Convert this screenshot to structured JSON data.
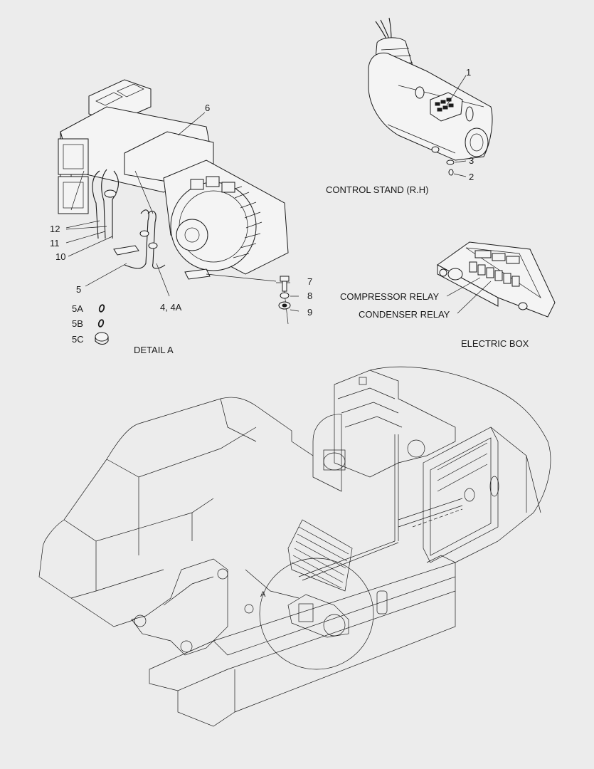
{
  "callouts": {
    "c1": "1",
    "c2": "2",
    "c3": "3",
    "c4": "4, 4A",
    "c5": "5",
    "c5a": "5A",
    "c5b": "5B",
    "c5c": "5C",
    "c6": "6",
    "c7": "7",
    "c8": "8",
    "c9": "9",
    "c10": "10",
    "c11": "11",
    "c12": "12"
  },
  "captions": {
    "control_stand": "CONTROL STAND (R.H)",
    "detail_a": "DETAIL  A",
    "electric_box": "ELECTRIC BOX",
    "compressor_relay": "COMPRESSOR RELAY",
    "condenser_relay": "CONDENSER RELAY",
    "detail_marker": "A"
  }
}
